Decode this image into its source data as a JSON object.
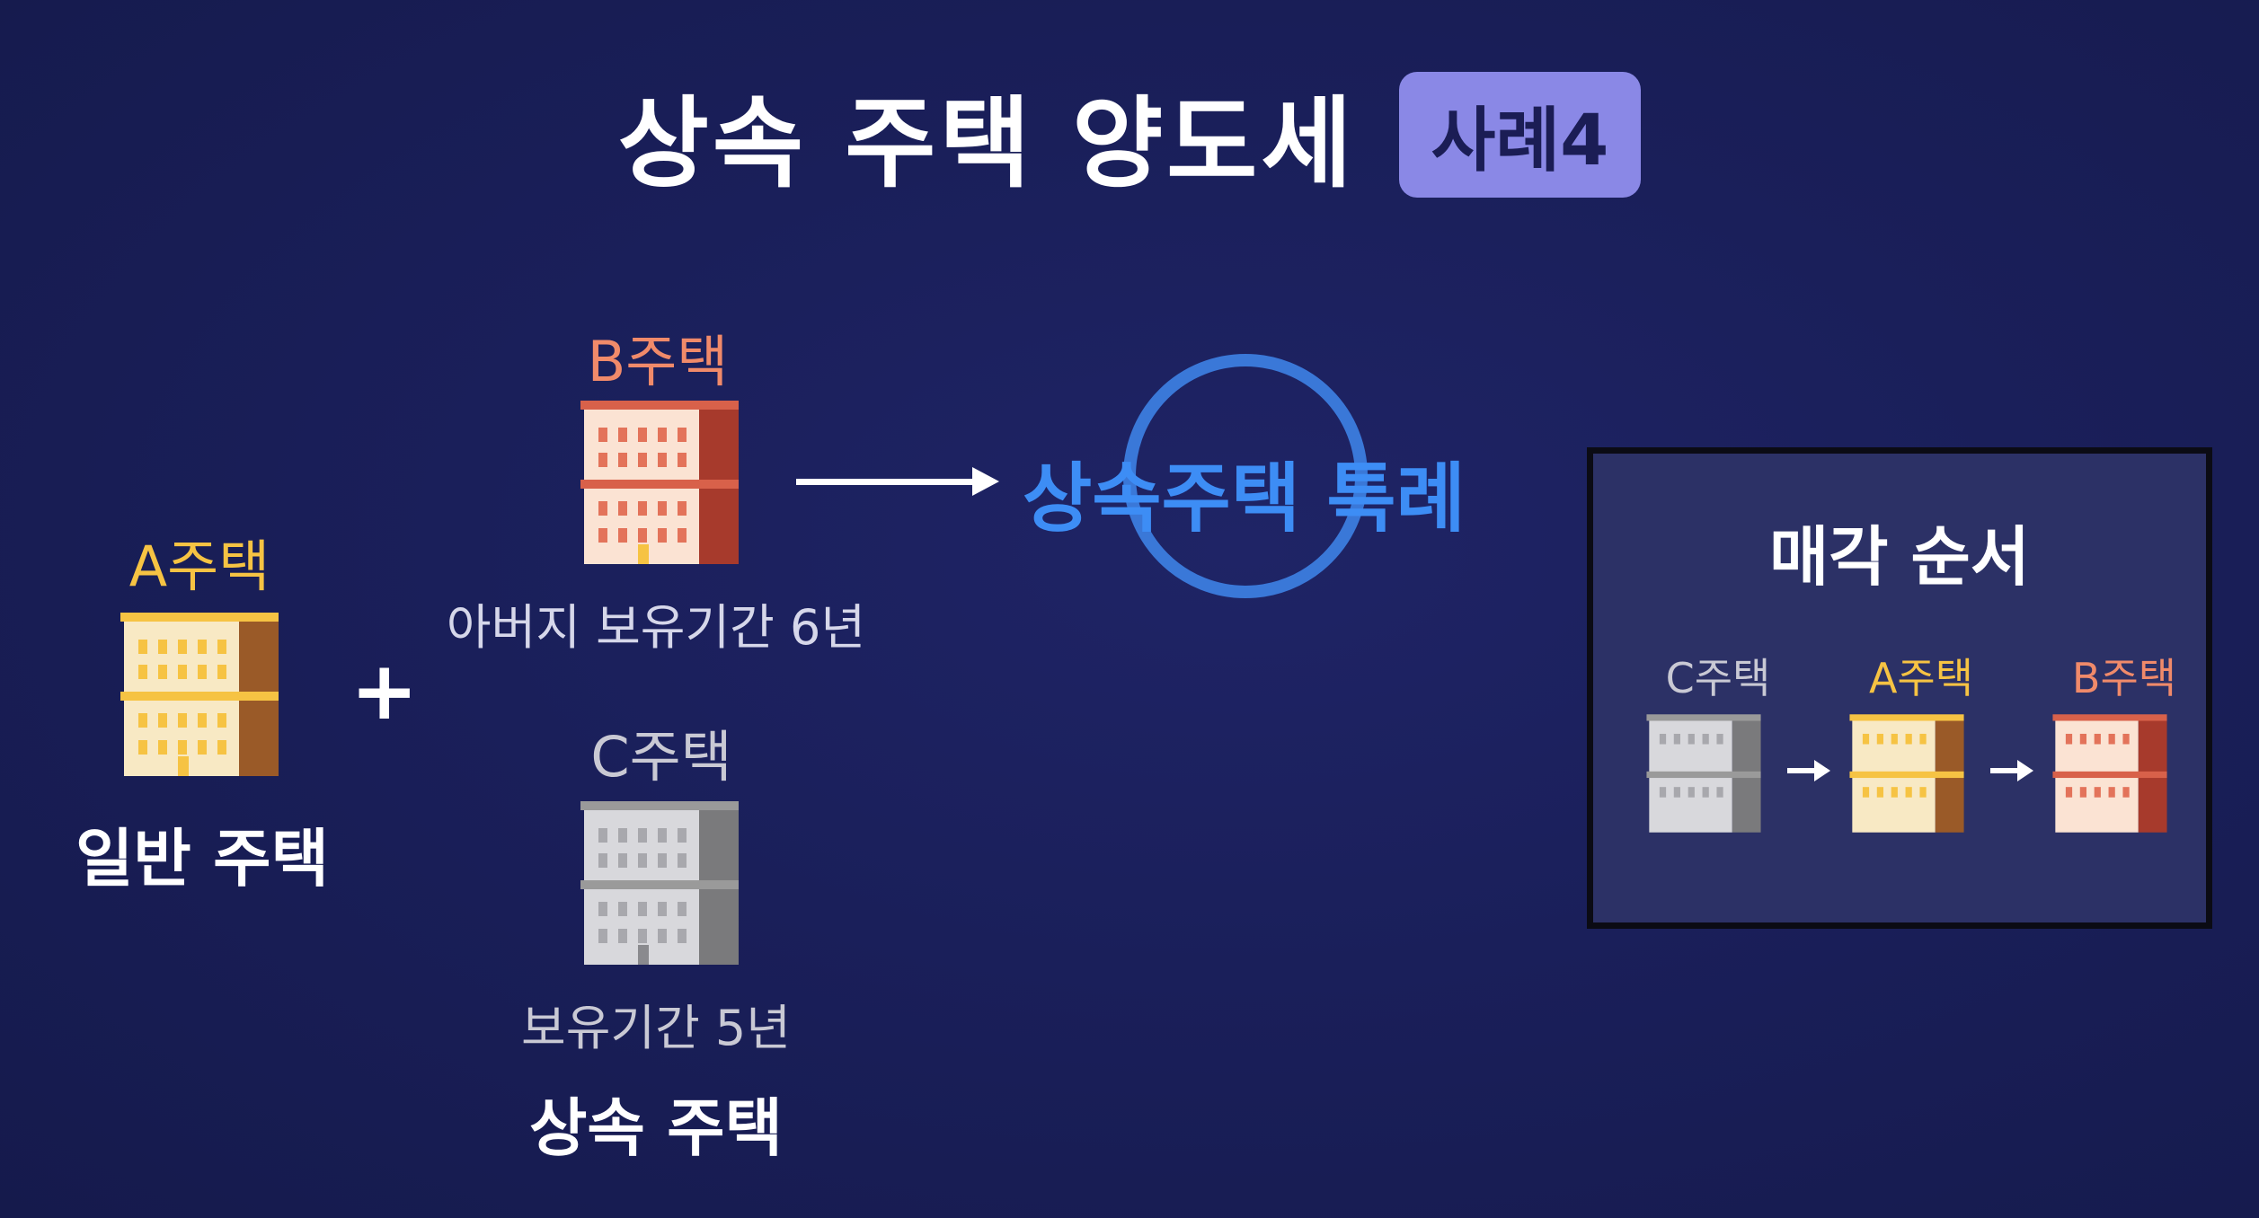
{
  "title": {
    "text": "상속 주택 양도세",
    "badge": "사례4"
  },
  "house_a": {
    "label": "A주택",
    "caption": "일반 주택",
    "color": "#f6c343"
  },
  "house_b": {
    "label": "B주택",
    "note": "아버지 보유기간 6년",
    "color": "#f08a6a"
  },
  "house_c": {
    "label": "C주택",
    "note": "보유기간 5년"
  },
  "plus": "+",
  "inherited_caption": "상속 주택",
  "special_rule": {
    "text": "상속주택 특례",
    "color": "#3d8df5"
  },
  "sale_order": {
    "title": "매각 순서",
    "items": [
      "C주택",
      "A주택",
      "B주택"
    ]
  },
  "colors": {
    "background": "#1a1f5a",
    "box": "#2c3166",
    "badge": "#8a88e6",
    "circle": "#3a78d8"
  }
}
